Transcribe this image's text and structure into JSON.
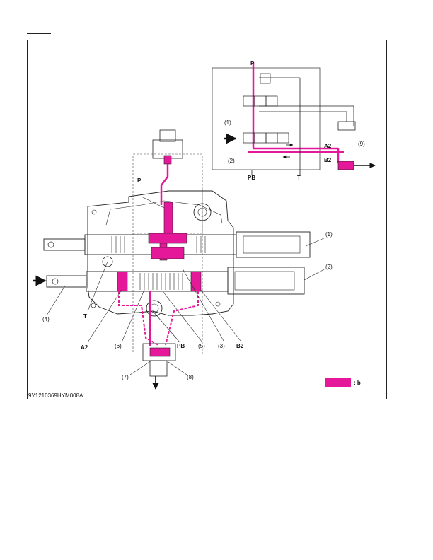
{
  "figure_code": "9Y1210369HYM008A",
  "labels": {
    "P_top": "P",
    "P_main": "P",
    "A2_schem": "A2",
    "B2_schem": "B2",
    "PB_schem": "PB",
    "T_schem": "T",
    "n1_schem": "(1)",
    "n2_schem": "(2)",
    "n9": "(9)",
    "n1": "(1)",
    "n2": "(2)",
    "n3": "(3)",
    "n4": "(4)",
    "n5": "(5)",
    "n6": "(6)",
    "n7": "(7)",
    "n8": "(8)",
    "T_main": "T",
    "A2_main": "A2",
    "PB_main": "PB",
    "B2_main": "B2"
  },
  "legend": {
    "text": ": b",
    "color": "#e6189a"
  },
  "colors": {
    "flow": "#e6189a",
    "line": "#222222"
  }
}
